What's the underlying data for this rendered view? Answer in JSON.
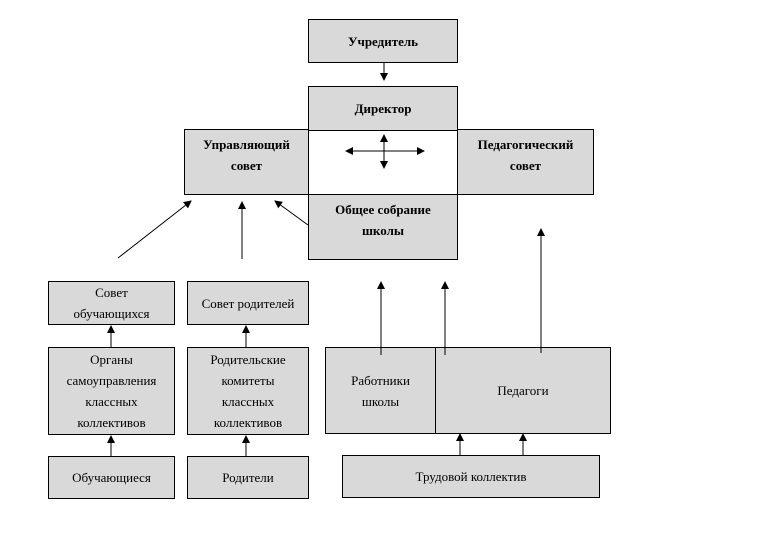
{
  "nodes": {
    "founder": "Учредитель",
    "director": "Директор",
    "governing_council": "Управляющий\nсовет",
    "pedagogical_council": "Педагогический\nсовет",
    "general_meeting": "Общее собрание\nшколы",
    "student_council": "Совет\nобучающихся",
    "parent_council": "Совет родителей",
    "class_self_government": "Органы\nсамоуправления\nклассных\nколлективов",
    "parent_committees": "Родительские\nкомитеты\nклассных\nколлективов",
    "school_workers": "Работники\nшколы",
    "teachers": "Педагоги",
    "students": "Обучающиеся",
    "parents": "Родители",
    "work_collective": "Трудовой коллектив"
  },
  "colors": {
    "box_fill": "#d9d9d9",
    "line": "#000000",
    "center_fill": "#ffffff"
  }
}
